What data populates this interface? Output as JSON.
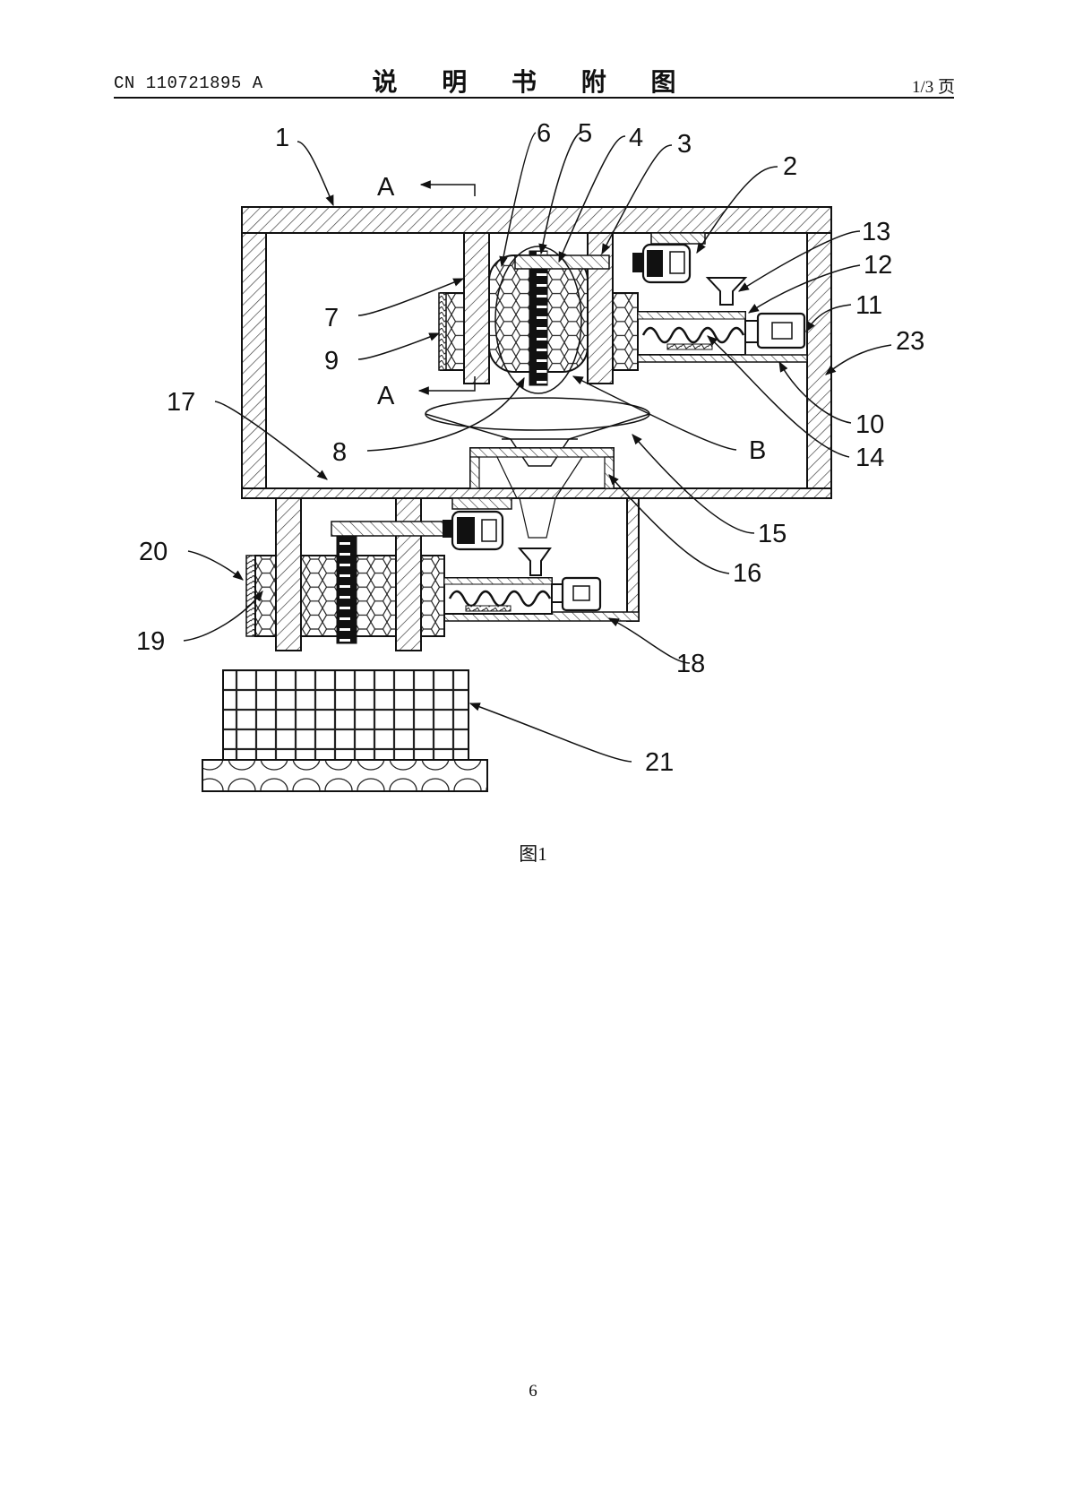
{
  "header": {
    "publication_number": "CN 110721895 A",
    "section_title": "说 明 书 附 图",
    "page_of_total": "1/3 页"
  },
  "figure": {
    "caption": "图1",
    "section_marks": [
      "A",
      "A"
    ],
    "callouts": [
      "1",
      "2",
      "3",
      "4",
      "5",
      "6",
      "7",
      "8",
      "9",
      "10",
      "11",
      "12",
      "13",
      "14",
      "15",
      "16",
      "17",
      "18",
      "19",
      "20",
      "21",
      "23",
      "B"
    ]
  },
  "footer": {
    "page_number": "6"
  }
}
